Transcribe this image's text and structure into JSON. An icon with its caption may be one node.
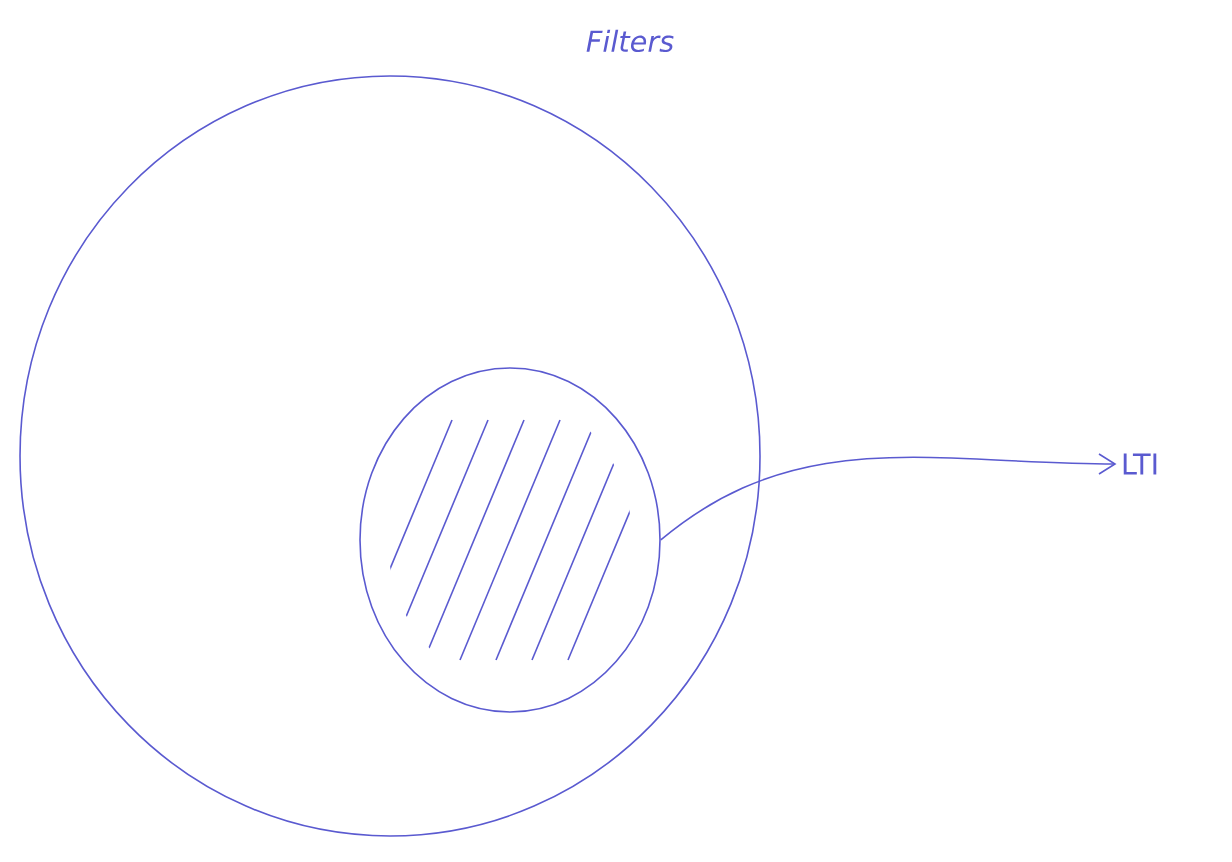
{
  "diagram": {
    "nodes": [
      {
        "text": [
          "Filters"
        ]
      },
      {
        "text": [],
        "shape": "circle",
        "in": 0
      },
      {
        "text": [
          "LTI"
        ]
      }
    ],
    "edges": [
      {
        "from": 1,
        "to": 2,
        "arrow": "to"
      }
    ]
  }
}
